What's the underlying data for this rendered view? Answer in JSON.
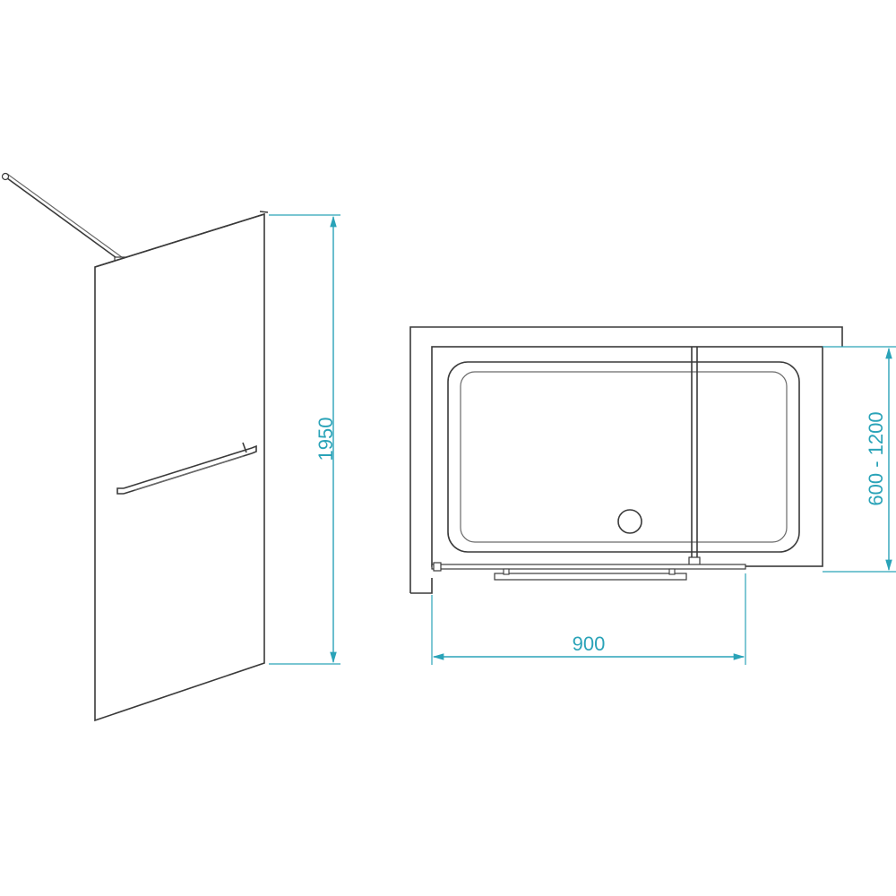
{
  "dimensions": {
    "height_label": "1950",
    "depth_label": "600 - 1200",
    "width_label": "900"
  },
  "colors": {
    "dimension": "#2aa3b8",
    "outline": "#3a3a3a"
  }
}
